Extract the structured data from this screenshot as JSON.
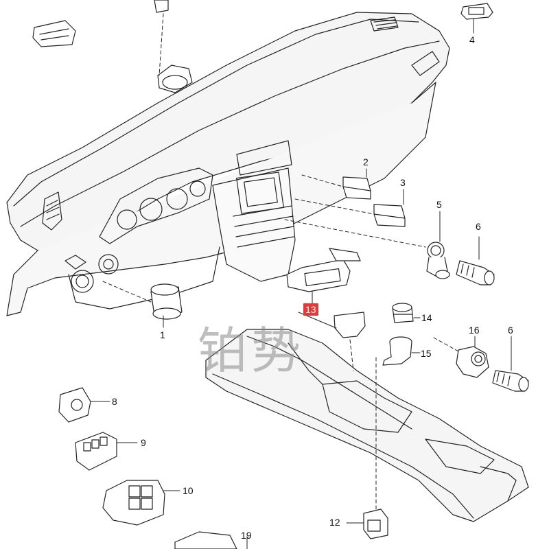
{
  "watermark": "铂势",
  "callouts": [
    {
      "id": "c4",
      "label": "4"
    },
    {
      "id": "c2",
      "label": "2"
    },
    {
      "id": "c3",
      "label": "3"
    },
    {
      "id": "c5",
      "label": "5"
    },
    {
      "id": "c6a",
      "label": "6"
    },
    {
      "id": "c13",
      "label": "13",
      "highlight": true,
      "color": "#e53935"
    },
    {
      "id": "c14",
      "label": "14"
    },
    {
      "id": "c16",
      "label": "16"
    },
    {
      "id": "c6b",
      "label": "6"
    },
    {
      "id": "c15",
      "label": "15"
    },
    {
      "id": "c1",
      "label": "1"
    },
    {
      "id": "c8",
      "label": "8"
    },
    {
      "id": "c9",
      "label": "9"
    },
    {
      "id": "c10",
      "label": "10"
    },
    {
      "id": "c12",
      "label": "12"
    },
    {
      "id": "c19",
      "label": "19"
    }
  ]
}
